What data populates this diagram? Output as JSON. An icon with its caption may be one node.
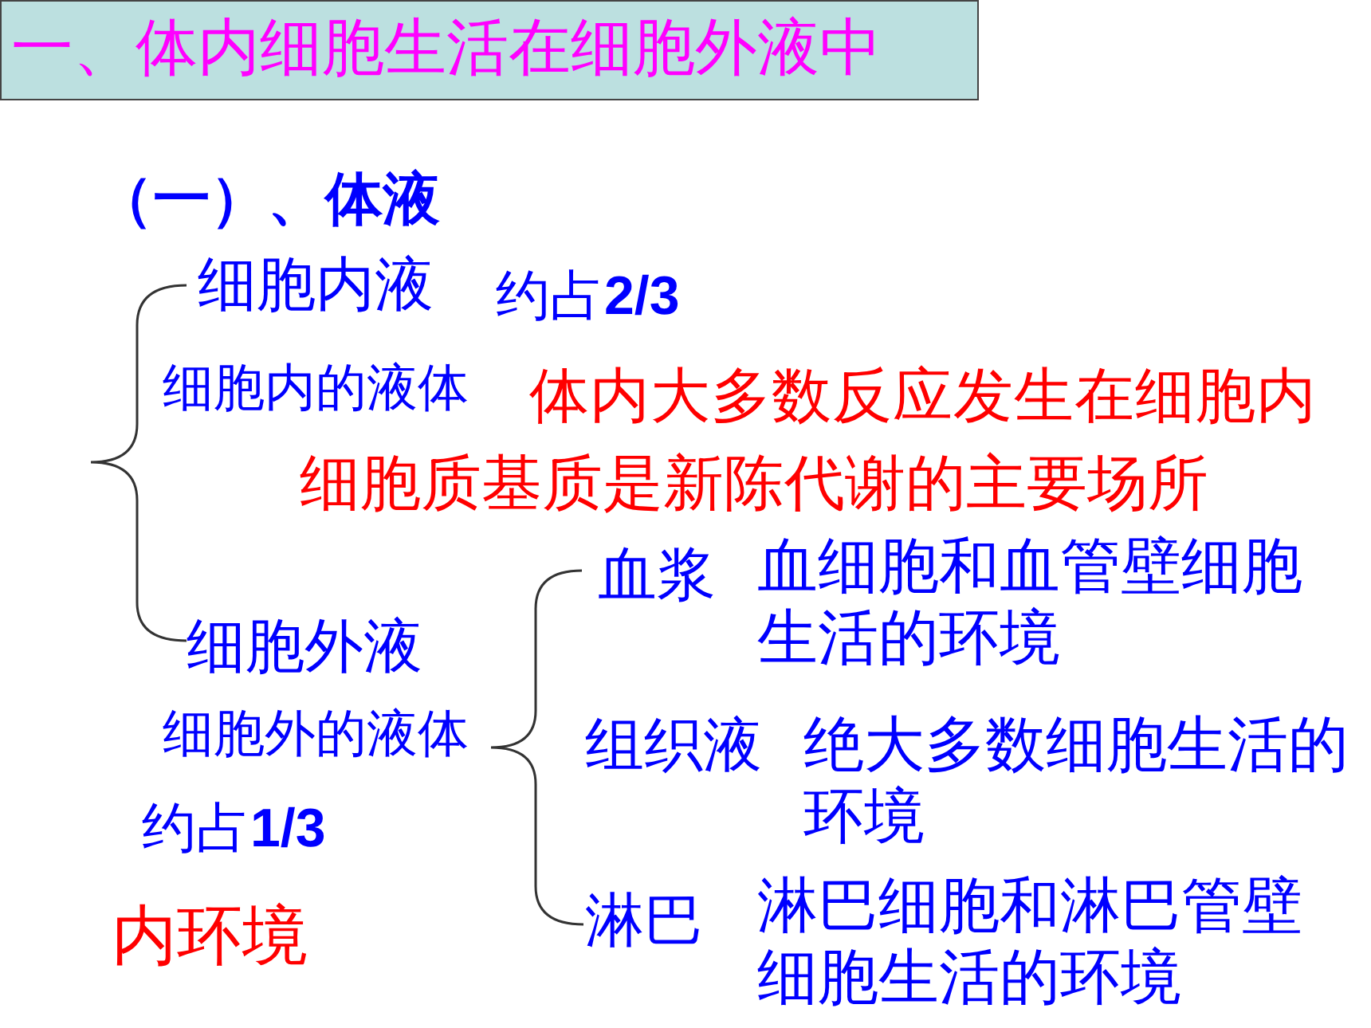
{
  "diagram": {
    "title": "一、体内细胞生活在细胞外液中",
    "labels": [
      "（一）、体液",
      "细胞内液",
      "约占**2/3**",
      "细胞内的液体",
      "体内大多数反应发生在细胞内",
      "细胞质基质是新陈代谢的主要场所",
      "血浆",
      "血细胞和血管壁细胞生活的环境",
      "细胞外液",
      "细胞外的液体",
      "组织液",
      "绝大多数细胞生活的环境",
      "约占**1/3**",
      "淋巴",
      "淋巴细胞和淋巴管壁细胞生活的环境",
      "内环境"
    ]
  }
}
